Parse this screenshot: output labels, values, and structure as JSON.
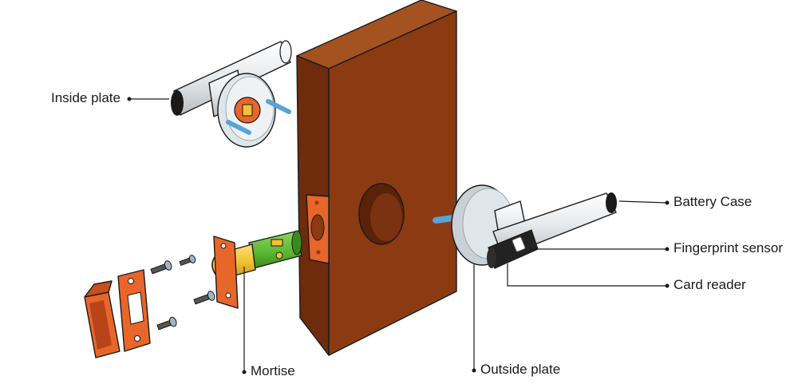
{
  "labels": {
    "inside_plate": "Inside plate",
    "battery_case": "Battery Case",
    "fingerprint_sensor": "Fingerprint sensor",
    "card_reader": "Card reader",
    "mortise": "Mortise",
    "outside_plate": "Outside plate"
  },
  "colors": {
    "door": "#8b3a12",
    "door_side": "#6e2c0c",
    "door_top": "#a4521f",
    "orange_plate": "#e8662a",
    "handle_silver": "#e9ecef",
    "rose_plate": "#dfe6ea",
    "spindle_blue": "#5aa3d6",
    "brass": "#f2c230",
    "latch_green": "#5ab431",
    "sensor_black": "#222222"
  },
  "icons": [
    "screw-icon"
  ]
}
